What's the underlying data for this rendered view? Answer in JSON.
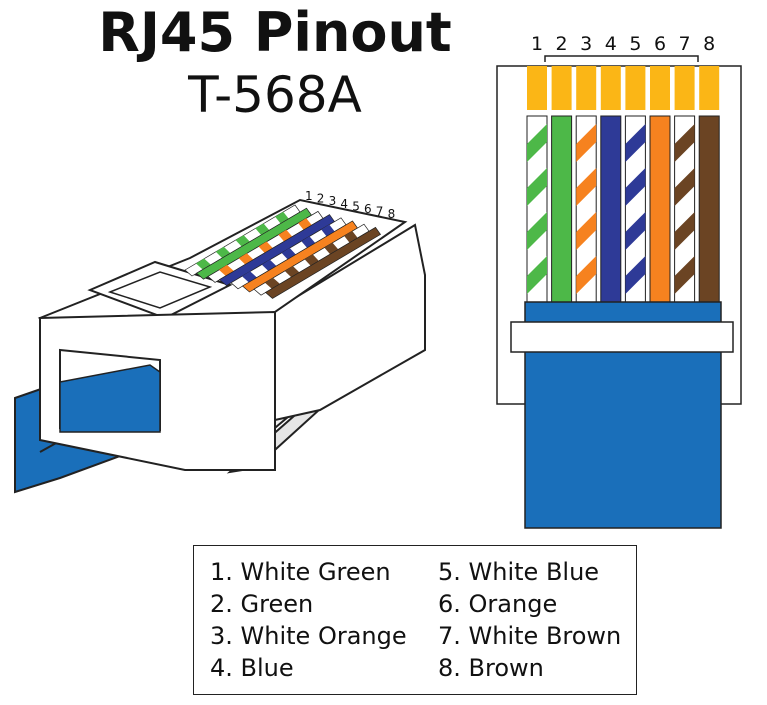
{
  "title": "RJ45 Pinout",
  "subtitle": "T-568A",
  "pins": [
    {
      "num": "1",
      "label": "White Green",
      "color": "#4db848",
      "striped": true
    },
    {
      "num": "2",
      "label": "Green",
      "color": "#4db848",
      "striped": false
    },
    {
      "num": "3",
      "label": "White Orange",
      "color": "#f6821f",
      "striped": true
    },
    {
      "num": "4",
      "label": "Blue",
      "color": "#2e3a97",
      "striped": false
    },
    {
      "num": "5",
      "label": "White Blue",
      "color": "#2e3a97",
      "striped": true
    },
    {
      "num": "6",
      "label": "Orange",
      "color": "#f6821f",
      "striped": false
    },
    {
      "num": "7",
      "label": "White Brown",
      "color": "#6b4423",
      "striped": true
    },
    {
      "num": "8",
      "label": "Brown",
      "color": "#6b4423",
      "striped": false
    }
  ],
  "legend": [
    {
      "text": "1. White Green"
    },
    {
      "text": "2. Green"
    },
    {
      "text": "3. White Orange"
    },
    {
      "text": "4. Blue"
    },
    {
      "text": "5. White Blue"
    },
    {
      "text": "6. Orange"
    },
    {
      "text": "7. White Brown"
    },
    {
      "text": "8. Brown"
    }
  ],
  "colors": {
    "contact_gold": "#fbb616",
    "cable_blue": "#1a6fba",
    "outline": "#222222"
  }
}
